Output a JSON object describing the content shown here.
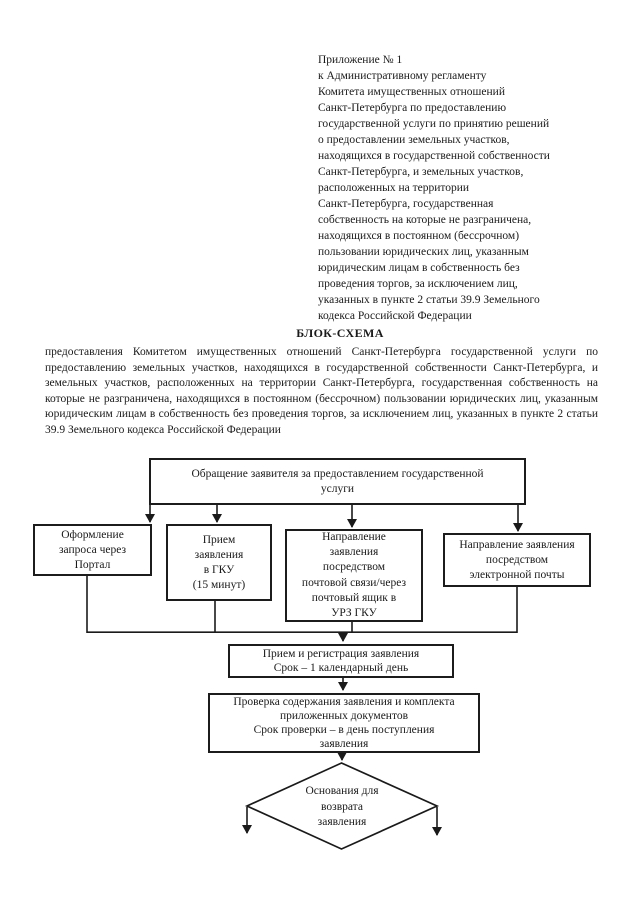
{
  "colors": {
    "ink": "#1a1a1a",
    "paper": "#ffffff"
  },
  "page": {
    "appendix_note": "Приложение № 1\nк Административному регламенту\nКомитета имущественных отношений\nСанкт-Петербурга по предоставлению\nгосударственной услуги по принятию решений\nо предоставлении земельных участков,\nнаходящихся в государственной собственности\nСанкт-Петербурга, и земельных участков,\nрасположенных на территории\nСанкт-Петербурга, государственная\nсобственность на которые не разграничена,\nнаходящихся в постоянном (бессрочном)\nпользовании юридических лиц, указанным\nюридическим лицам в собственность без\nпроведения торгов, за исключением лиц,\nуказанных в пункте 2 статьи 39.9 Земельного\nкодекса Российской Федерации",
    "title": "БЛОК-СХЕМА",
    "intro": "предоставления Комитетом имущественных отношений Санкт-Петербурга государственной услуги по предоставлению земельных участков, находящихся в государственной собственности Санкт-Петербурга, и земельных участков, расположенных на территории Санкт-Петербурга, государственная собственность на которые не разграничена, находящихся в постоянном (бессрочном) пользовании юридических лиц, указанным юридическим лицам в собственность без проведения торгов, за исключением лиц, указанных в пункте 2 статьи 39.9 Земельного кодекса Российской Федерации"
  },
  "flowchart": {
    "nodes": {
      "application": "Обращение заявителя за предоставлением государственной\nуслуги",
      "portal": "Оформление\nзапроса через\nПортал",
      "gku_reception": "Прием\nзаявления\nв ГКУ\n(15 минут)",
      "postal": "Направление\nзаявления\nпосредством\nпочтовой связи/через\nпочтовый ящик в\nУРЗ ГКУ",
      "email": "Направление заявления\nпосредством\nэлектронной почты",
      "registration": "Прием и регистрация заявления\nСрок – 1 календарный день",
      "verification": "Проверка содержания заявления и комплекта\nприложенных документов\nСрок проверки – в день поступления\nзаявления",
      "decision": "Основания для\nвозврата\nзаявления"
    }
  }
}
